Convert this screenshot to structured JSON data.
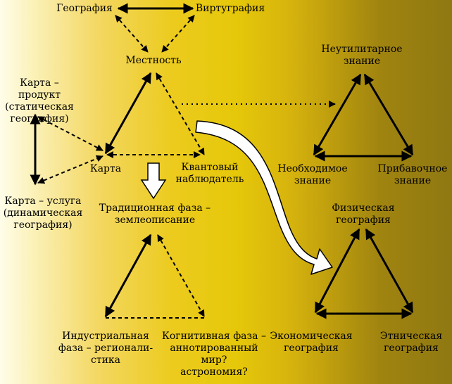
{
  "labels": {
    "geography": "География",
    "virtugraphy": "Виртуграфия",
    "locality": "Местность",
    "map_product": "Карта – продукт\n(статическая\nгеография)",
    "map": "Карта",
    "map_service": "Карта – услуга\n(динамическая\nгеография)",
    "quantum_observer": "Квантовый\nнаблюдатель",
    "traditional_phase": "Традиционная фаза –\nземлеописание",
    "industrial_phase": "Индустриальная\nфаза – регионали-\nстика",
    "cognitive_phase": "Когнитивная фаза –\nаннотированный\nмир?\nастрономия?",
    "non_utilitarian": "Неутилитарное\nзнание",
    "necessary": "Необходимое\nзнание",
    "additional": "Прибавочное\nзнание",
    "physical_geo": "Физическая\nгеография",
    "economic_geo": "Экономическая\nгеография",
    "ethnic_geo": "Этническая\nгеография"
  },
  "colors": {
    "background_left": "#fffde9",
    "background_mid": "#e6c80a",
    "background_right": "#8f7812",
    "line": "#000000",
    "arrow_fill": "#ffffff"
  }
}
